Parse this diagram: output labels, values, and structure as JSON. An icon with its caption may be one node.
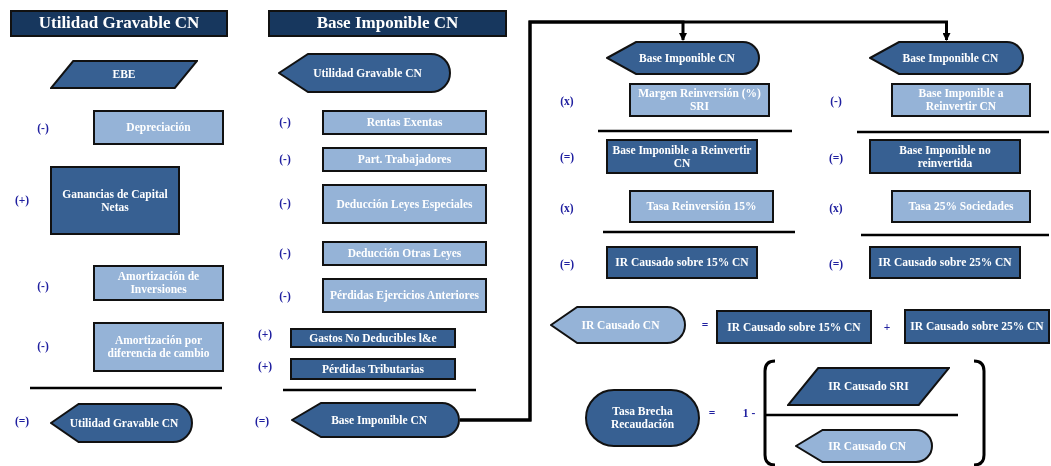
{
  "diagram": {
    "nodes": [
      {
        "text": [
          "Utilidad Gravable CN"
        ]
      },
      {
        "text": [
          "EBE"
        ]
      },
      {
        "text": [
          "Depreciación"
        ]
      },
      {
        "text": [
          "Ganancias de Capital Netas"
        ]
      },
      {
        "text": [
          "Amortización de Inversiones"
        ]
      },
      {
        "text": [
          "Amortización por diferencia de cambio"
        ]
      },
      {
        "text": [
          "Utilidad Gravable CN"
        ]
      },
      {
        "text": [
          "Base Imponible CN"
        ]
      },
      {
        "text": [
          "Utilidad Gravable CN"
        ]
      },
      {
        "text": [
          "Rentas Exentas"
        ]
      },
      {
        "text": [
          "Part. Trabajadores"
        ]
      },
      {
        "text": [
          "Deducción Leyes Especiales"
        ]
      },
      {
        "text": [
          "Deducción Otras Leyes"
        ]
      },
      {
        "text": [
          "Pérdidas Ejercicios Anteriores"
        ]
      },
      {
        "text": [
          "Gastos No Deducibles l&e"
        ]
      },
      {
        "text": [
          "Pérdidas Tributarias"
        ]
      },
      {
        "text": [
          "Base Imponible CN"
        ]
      },
      {
        "text": [
          "Base Imponible CN"
        ]
      },
      {
        "text": [
          "Base Imponible CN"
        ]
      },
      {
        "text": [
          "Margen Reinversión (%) SRI"
        ]
      },
      {
        "text": [
          "Base Imponible a Reinvertir CN"
        ]
      },
      {
        "text": [
          "Base Imponible a Reinvertir CN"
        ]
      },
      {
        "text": [
          "Base Imponible no reinvertida"
        ]
      },
      {
        "text": [
          "Tasa Reinversión 15%"
        ]
      },
      {
        "text": [
          "Tasa 25% Sociedades"
        ]
      },
      {
        "text": [
          "IR Causado sobre 15% CN"
        ]
      },
      {
        "text": [
          "IR Causado sobre 25% CN"
        ]
      },
      {
        "text": [
          "IR Causado CN"
        ]
      },
      {
        "text": [
          "IR Causado sobre 15% CN"
        ]
      },
      {
        "text": [
          "IR Causado sobre 25% CN"
        ]
      },
      {
        "text": [
          "Tasa Brecha Recaudación"
        ]
      },
      {
        "text": [
          "IR Causado SRI"
        ]
      },
      {
        "text": [
          "IR Causado CN"
        ]
      }
    ],
    "edges": [
      {
        "from": 16,
        "to": 17,
        "arrow": "to"
      },
      {
        "from": 16,
        "to": 18,
        "arrow": "to"
      }
    ],
    "labels": [
      "(-)",
      "(+)",
      "(-)",
      "(-)",
      "(=)",
      "(-)",
      "(-)",
      "(-)",
      "(-)",
      "(-)",
      "(+)",
      "(+)",
      "(=)",
      "(x)",
      "(-)",
      "(=)",
      "(=)",
      "(x)",
      "(x)",
      "(=)",
      "(=)",
      "=",
      "+",
      "=",
      "1 -"
    ]
  }
}
